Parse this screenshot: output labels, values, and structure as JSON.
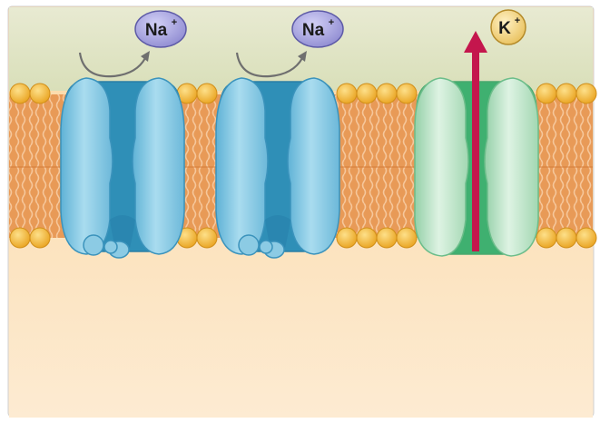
{
  "ions": {
    "na_left": "Na",
    "na_right": "Na",
    "k": "K",
    "na_charge": "+",
    "k_charge": "+"
  },
  "colors": {
    "extracellular": "#dfe3c0",
    "cytoplasm": "#fbe3bd",
    "lipid_tail": "#e58f4c",
    "lipid_head": "#f4b335",
    "sodium_channel": "#7ec3de",
    "sodium_channel_pore": "#2f8fb7",
    "potassium_channel": "#b9e3c4",
    "potassium_channel_pore": "#3fb070",
    "sodium_ion": "#a9a6e0",
    "potassium_ion": "#f3d27a",
    "potassium_arrow": "#c4164d",
    "sodium_arrow": "#6f6f6f"
  },
  "icons": {
    "sodium_channel": "voltage-gated-sodium-channel",
    "potassium_channel": "voltage-gated-potassium-channel"
  }
}
